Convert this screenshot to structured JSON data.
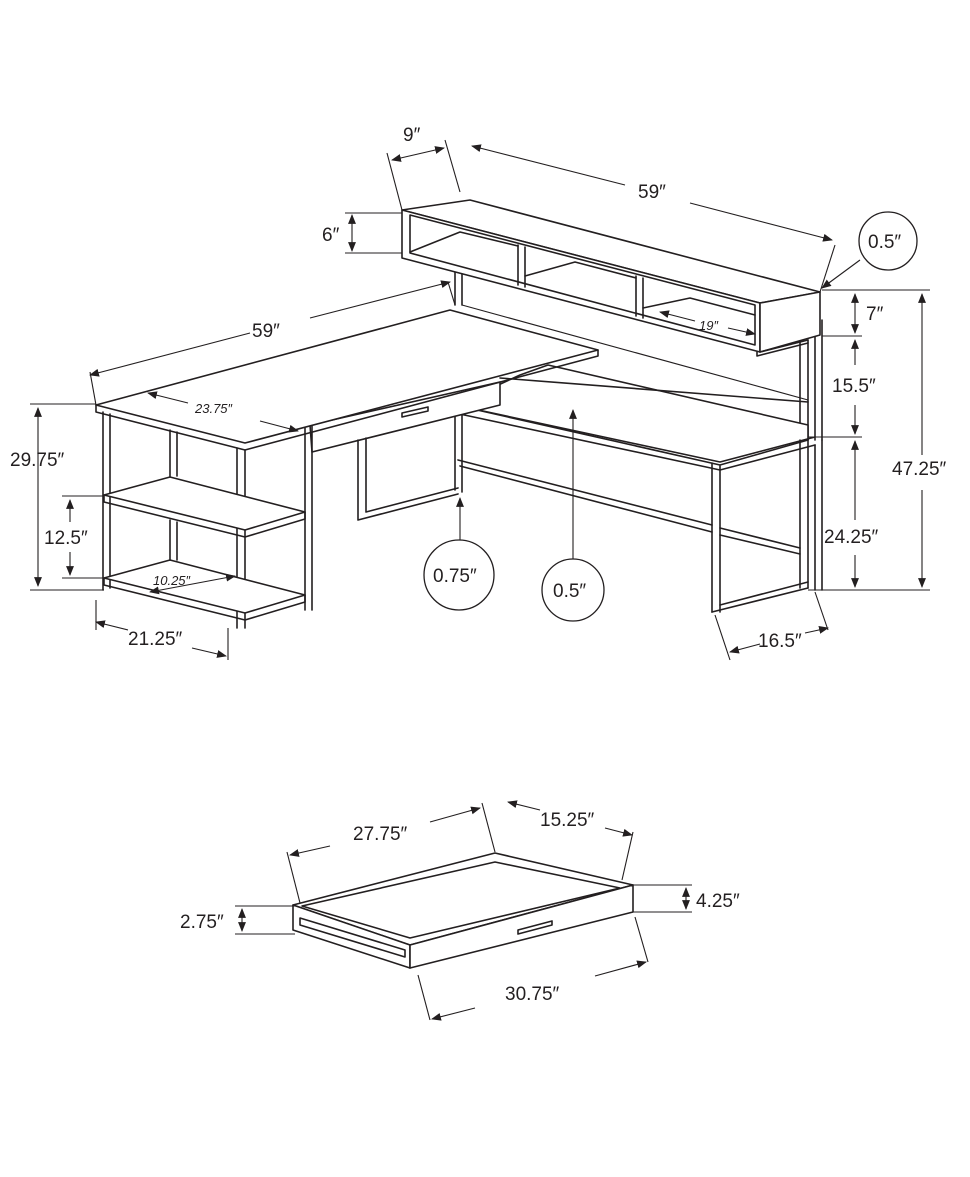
{
  "dimensions": {
    "hutch_depth": "9″",
    "hutch_width": "59″",
    "hutch_height": "6″",
    "hutch_top_thickness": "0.5″",
    "hutch_compartment": "19″",
    "desk_length": "59″",
    "desk_inner_depth": "23.75″",
    "desk_height_left": "29.75″",
    "shelf_spacing": "12.5″",
    "shelf_depth": "10.25″",
    "left_depth": "21.25″",
    "drawer_front_thickness": "0.75″",
    "desk_top_thickness": "0.5″",
    "upper_shelf_gap": "7″",
    "hutch_clearance": "15.5″",
    "desk_height_right": "24.25″",
    "total_height": "47.25″",
    "right_depth": "16.5″"
  },
  "drawer": {
    "depth": "27.75″",
    "inner_depth": "15.25″",
    "side_height": "2.75″",
    "front_height": "4.25″",
    "width": "30.75″"
  }
}
